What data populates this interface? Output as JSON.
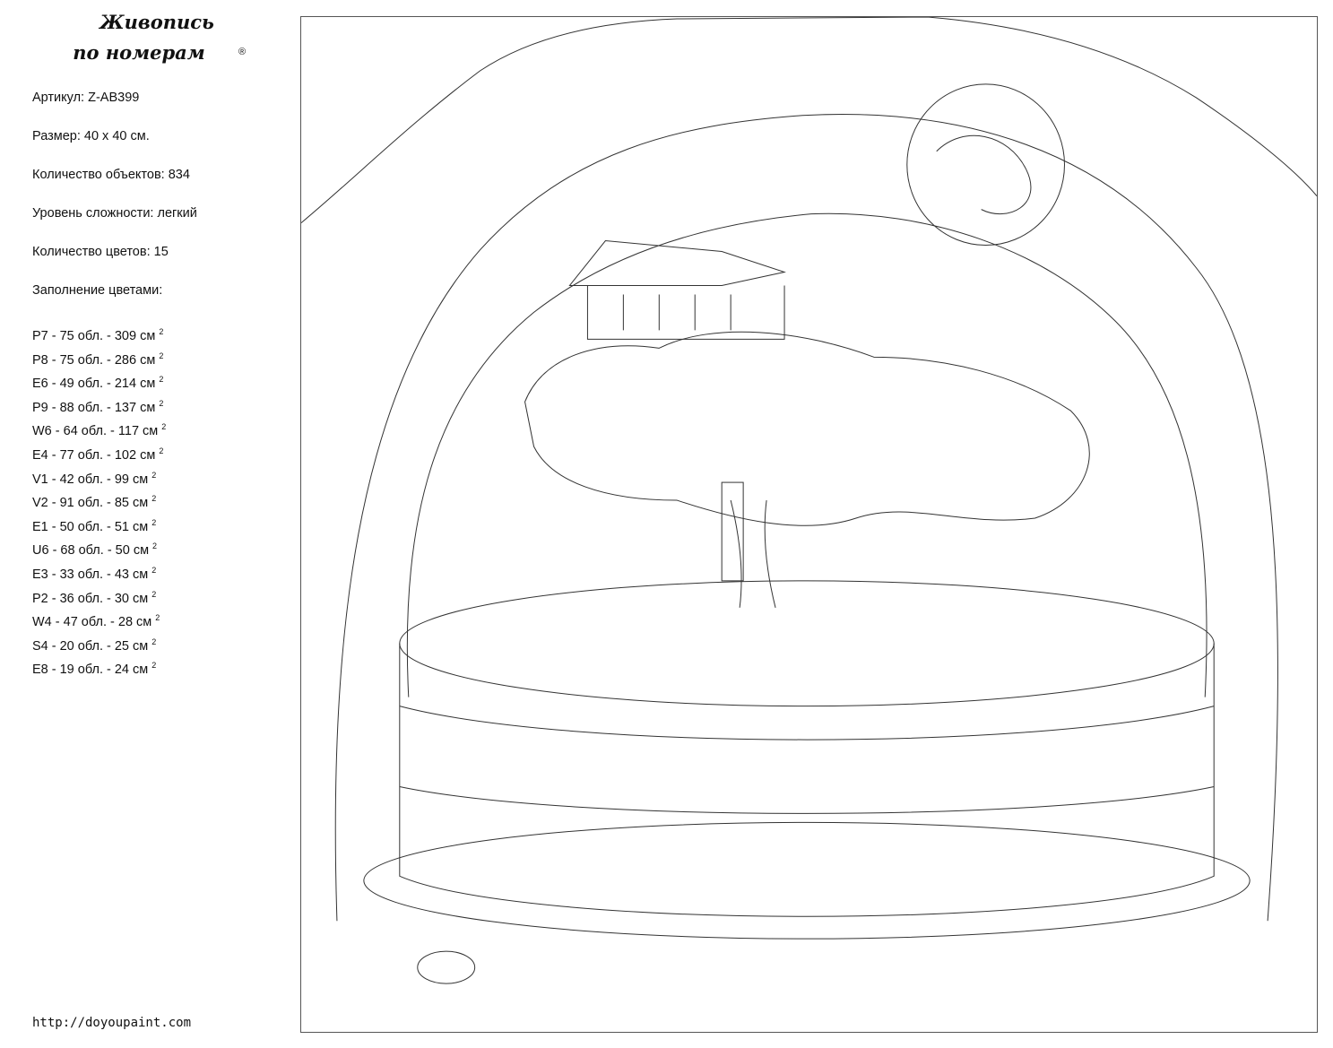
{
  "header": {
    "title_line1": "Живопись",
    "title_line2": "по номерам",
    "registered": "®"
  },
  "info": {
    "article": "Артикул: Z-AB399",
    "size": "Размер: 40 x 40 см.",
    "objects": "Количество объектов: 834",
    "difficulty": "Уровень сложности: легкий",
    "colors_count": "Количество цветов: 15",
    "fill_heading": "Заполнение цветами:"
  },
  "colors": [
    {
      "text": "P7 - 75 обл. - 309 см",
      "sup": "2"
    },
    {
      "text": "P8 - 75 обл. - 286 см",
      "sup": "2"
    },
    {
      "text": "E6 - 49 обл. - 214 см",
      "sup": "2"
    },
    {
      "text": "P9 - 88 обл. - 137 см",
      "sup": "2"
    },
    {
      "text": "W6 - 64 обл. - 117 см",
      "sup": "2"
    },
    {
      "text": "E4 - 77 обл. - 102 см",
      "sup": "2"
    },
    {
      "text": "V1 - 42 обл. - 99 см",
      "sup": "2"
    },
    {
      "text": "V2 - 91 обл. - 85 см",
      "sup": "2"
    },
    {
      "text": "E1 - 50 обл. - 51 см",
      "sup": "2"
    },
    {
      "text": "U6 - 68 обл. - 50 см",
      "sup": "2"
    },
    {
      "text": "E3 - 33 обл. - 43 см",
      "sup": "2"
    },
    {
      "text": "P2 - 36 обл. - 30 см",
      "sup": "2"
    },
    {
      "text": "W4 - 47 обл. - 28 см",
      "sup": "2"
    },
    {
      "text": "S4 - 20 обл. - 25 см",
      "sup": "2"
    },
    {
      "text": "E8 - 19 обл. - 24 см",
      "sup": "2"
    }
  ],
  "footer": {
    "url": "http://doyoupaint.com"
  }
}
